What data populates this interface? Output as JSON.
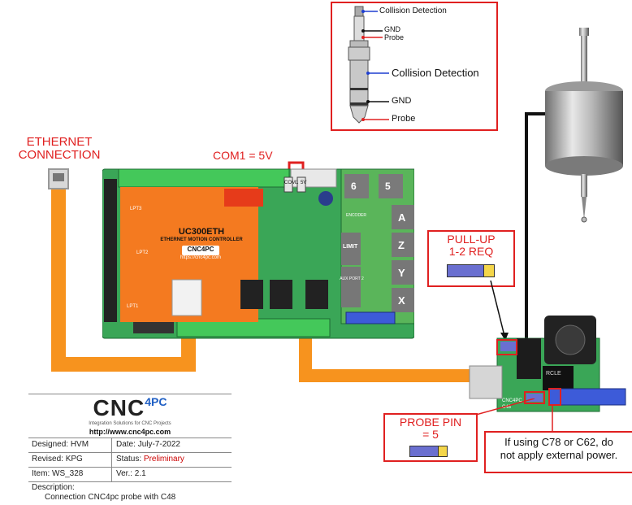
{
  "labels": {
    "ethernet": [
      "ETHERNET",
      "CONNECTION"
    ],
    "com1": "COM1  = 5V",
    "pullup": [
      "PULL-UP",
      "1-2 REQ"
    ],
    "probe_pin": [
      "PROBE PIN",
      "= 5"
    ],
    "warning": [
      "If using C78 or C62, do",
      "not apply external power."
    ]
  },
  "plug_diagram": {
    "collision_top": "Collision Detection",
    "gnd_small": "GND",
    "probe_small": "Probe",
    "collision_big": "Collision Detection",
    "gnd_big": "GND",
    "probe_big": "Probe"
  },
  "board": {
    "model": "UC300ETH",
    "subtitle": "ETHERNET MOTION CONTROLLER",
    "brand": "CNC4PC",
    "url": "https://cnc4pc.com",
    "ports": [
      "LPT3",
      "LPT2",
      "LPT1"
    ],
    "axes": [
      "A",
      "Z",
      "Y",
      "X"
    ],
    "aux": [
      "6",
      "5"
    ],
    "limit": "LIMIT",
    "encoder": "ENCODER",
    "aux_port": "AUX PORT 2",
    "com1_jumper": "COM1",
    "five_v": "5V"
  },
  "c48": {
    "brand": "CNC4PC",
    "model": "C48",
    "relay_text": "RCLE"
  },
  "title_block": {
    "logo_main": "CNC",
    "logo_sup": "4PC",
    "tagline": "Integration Solutions for CNC Projects",
    "url": "http://www.cnc4pc.com",
    "designed_label": "Designed:",
    "designed_value": "HVM",
    "date_label": "Date:",
    "date_value": "July-7-2022",
    "revised_label": "Revised:",
    "revised_value": "KPG",
    "status_label": "Status:",
    "status_value": "Preliminary",
    "item_label": "Item:",
    "item_value": "WS_328",
    "ver_label": "Ver.:",
    "ver_value": "2.1",
    "description_label": "Description:",
    "description_value": "Connection CNC4pc probe with C48"
  },
  "colors": {
    "red": "#e02020",
    "orange": "#f7931e",
    "pcb_green": "#3aa657",
    "status_red": "#cc0000"
  }
}
